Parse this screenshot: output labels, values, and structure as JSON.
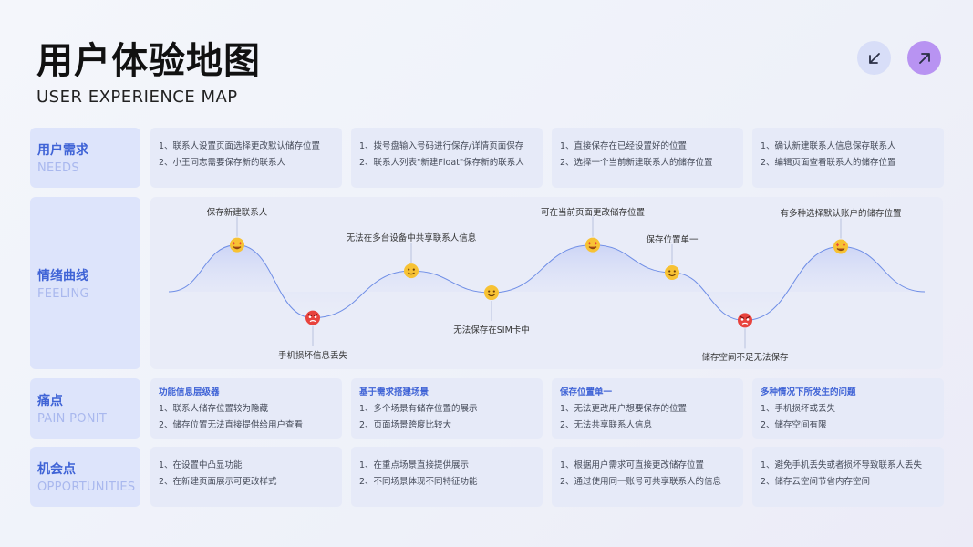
{
  "header": {
    "title": "用户体验地图",
    "subtitle": "USER EXPERIENCE MAP"
  },
  "nav": {
    "prev_icon": "arrow-down-left-icon",
    "next_icon": "arrow-up-right-icon"
  },
  "rows": {
    "needs": {
      "label_zh": "用户需求",
      "label_en": "NEEDS",
      "cells": [
        [
          "1、联系人设置页面选择更改默认储存位置",
          "2、小王同志需要保存新的联系人"
        ],
        [
          "1、拨号盘输入号码进行保存/详情页面保存",
          "2、联系人列表\"新建Float\"保存新的联系人"
        ],
        [
          "1、直接保存在已经设置好的位置",
          "2、选择一个当前新建联系人的储存位置"
        ],
        [
          "1、确认新建联系人信息保存联系人",
          "2、编辑页面查看联系人的储存位置"
        ]
      ]
    },
    "feeling": {
      "label_zh": "情绪曲线",
      "label_en": "FEELING",
      "points": [
        {
          "label": "保存新建联系人",
          "mood": "heart-eyes-emoji",
          "level": 0.95
        },
        {
          "label": "手机损坏信息丢失",
          "mood": "angry-emoji",
          "level": 0.08
        },
        {
          "label": "无法在多台设备中共享联系人信息",
          "mood": "smile-emoji",
          "level": 0.64
        },
        {
          "label": "无法保存在SIM卡中",
          "mood": "smile-emoji",
          "level": 0.38
        },
        {
          "label": "可在当前页面更改储存位置",
          "mood": "heart-eyes-emoji",
          "level": 0.95
        },
        {
          "label": "保存位置单一",
          "mood": "smile-emoji",
          "level": 0.62
        },
        {
          "label": "储存空间不足无法保存",
          "mood": "angry-emoji",
          "level": 0.05
        },
        {
          "label": "有多种选择默认账户的储存位置",
          "mood": "heart-eyes-emoji",
          "level": 0.93
        }
      ]
    },
    "pain": {
      "label_zh": "痛点",
      "label_en": "PAIN PONIT",
      "cells": [
        {
          "heading": "功能信息层级器",
          "lines": [
            "1、联系人储存位置较为隐藏",
            "2、储存位置无法直接提供给用户查看"
          ]
        },
        {
          "heading": "基于需求搭建场景",
          "lines": [
            "1、多个场景有储存位置的展示",
            "2、页面场景跨度比较大"
          ]
        },
        {
          "heading": "保存位置单一",
          "lines": [
            "1、无法更改用户想要保存的位置",
            "2、无法共享联系人信息"
          ]
        },
        {
          "heading": "多种情况下所发生的问题",
          "lines": [
            "1、手机损坏或丢失",
            "2、储存空间有限"
          ]
        }
      ]
    },
    "opportunities": {
      "label_zh": "机会点",
      "label_en": "OPPORTUNITIES",
      "cells": [
        [
          "1、在设置中凸显功能",
          "2、在新建页面展示可更改样式"
        ],
        [
          "1、在重点场景直接提供展示",
          "2、不同场景体现不同特征功能"
        ],
        [
          "1、根据用户需求可直接更改储存位置",
          "2、通过使用同一账号可共享联系人的信息"
        ],
        [
          "1、避免手机丢失或者损坏导致联系人丢失",
          "2、储存云空间节省内存空间"
        ]
      ]
    }
  },
  "colors": {
    "accent": "#3f63d6",
    "label_bg": "#dde4fb",
    "cell_bg": "#e6eaf8",
    "curve": "#6f8ee6",
    "next_button": "#b893f2"
  }
}
